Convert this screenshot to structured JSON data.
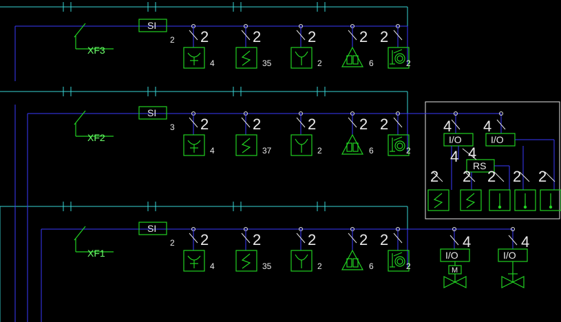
{
  "circuits": [
    {
      "breaker": "XF3",
      "si": "SI",
      "si_count": "2",
      "devices": [
        {
          "count": "2",
          "sub": "4"
        },
        {
          "count": "2",
          "sub": "35"
        },
        {
          "count": "2",
          "sub": "2"
        },
        {
          "count": "2",
          "sub": "6"
        },
        {
          "count": "2",
          "sub": "2"
        }
      ]
    },
    {
      "breaker": "XF2",
      "si": "SI",
      "si_count": "3",
      "devices": [
        {
          "count": "2",
          "sub": "4"
        },
        {
          "count": "2",
          "sub": "37"
        },
        {
          "count": "2",
          "sub": "2"
        },
        {
          "count": "2",
          "sub": "6"
        },
        {
          "count": "2",
          "sub": "2"
        }
      ]
    },
    {
      "breaker": "XF1",
      "si": "SI",
      "si_count": "2",
      "devices": [
        {
          "count": "2",
          "sub": "4"
        },
        {
          "count": "2",
          "sub": "35"
        },
        {
          "count": "2",
          "sub": "2"
        },
        {
          "count": "2",
          "sub": "6"
        },
        {
          "count": "2",
          "sub": "2"
        }
      ]
    }
  ],
  "panel": {
    "io_left": "I/O",
    "io_right": "I/O",
    "rs": "RS",
    "counts": {
      "io_left": "4",
      "io_right": "4",
      "rs": "4",
      "field": [
        "2",
        "2",
        "2",
        "2",
        "2"
      ]
    }
  },
  "actuators": {
    "io_left": "I/O",
    "io_right": "I/O",
    "motor": "M",
    "count_left": "4",
    "count_right": "4"
  },
  "colors": {
    "bus": "#3a3aff",
    "conduit": "#39d6d6",
    "symbol": "#22d322",
    "text": "#e9e9e9"
  }
}
